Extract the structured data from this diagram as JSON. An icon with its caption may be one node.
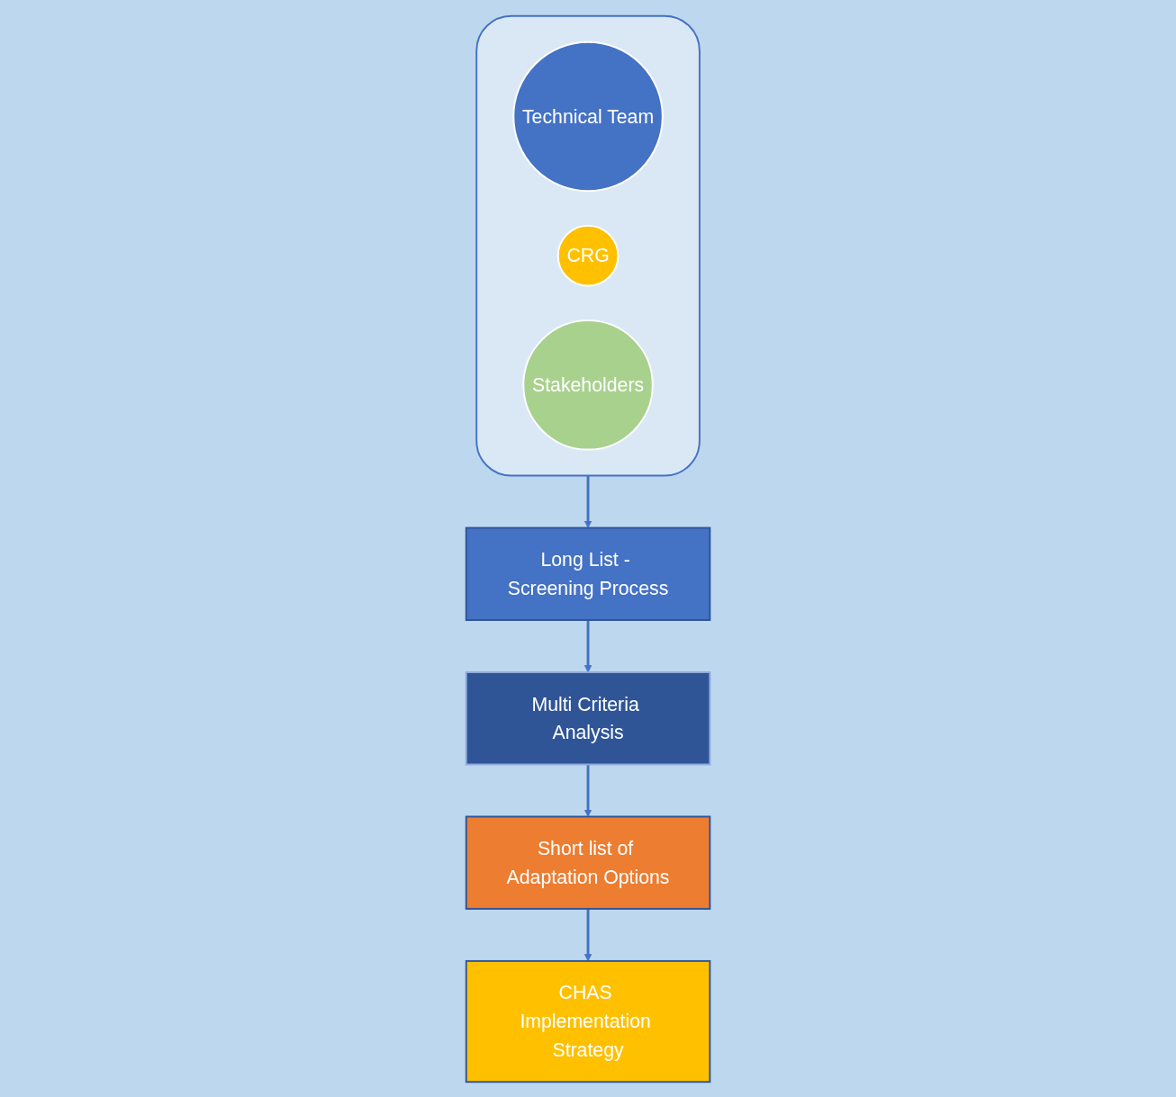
{
  "diagram": {
    "nodes": [
      {
        "text": [],
        "shape": "funnel"
      },
      {
        "text": [
          "Technical Team"
        ],
        "in": 0
      },
      {
        "text": [
          "CRG"
        ],
        "in": 0
      },
      {
        "text": [
          "Stakeholders"
        ],
        "in": 0
      },
      {
        "text": [
          "Long List - Screening Process"
        ]
      },
      {
        "text": [
          "Multi Criteria Analysis"
        ]
      },
      {
        "text": [
          "Short list of Adaptation Options"
        ]
      },
      {
        "text": [
          "CHAS Implementation Strategy"
        ]
      }
    ],
    "edges": [
      {
        "from": 0,
        "to": 4,
        "arrow": "to"
      },
      {
        "from": 4,
        "to": 5,
        "arrow": "to"
      },
      {
        "from": 5,
        "to": 6,
        "arrow": "to"
      },
      {
        "from": 6,
        "to": 7,
        "arrow": "to"
      }
    ]
  }
}
